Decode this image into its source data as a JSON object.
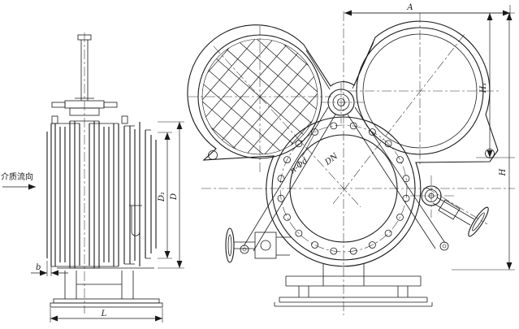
{
  "colors": {
    "line": "#1a1a1a",
    "background": "#ffffff"
  },
  "labels": {
    "flow": "介质流向",
    "a": "A",
    "h1": "H₁",
    "h": "H",
    "d1": "D₁",
    "d": "D",
    "l": "L",
    "b": "b",
    "bolt_holes": "n-Φd",
    "dn": "DN"
  }
}
